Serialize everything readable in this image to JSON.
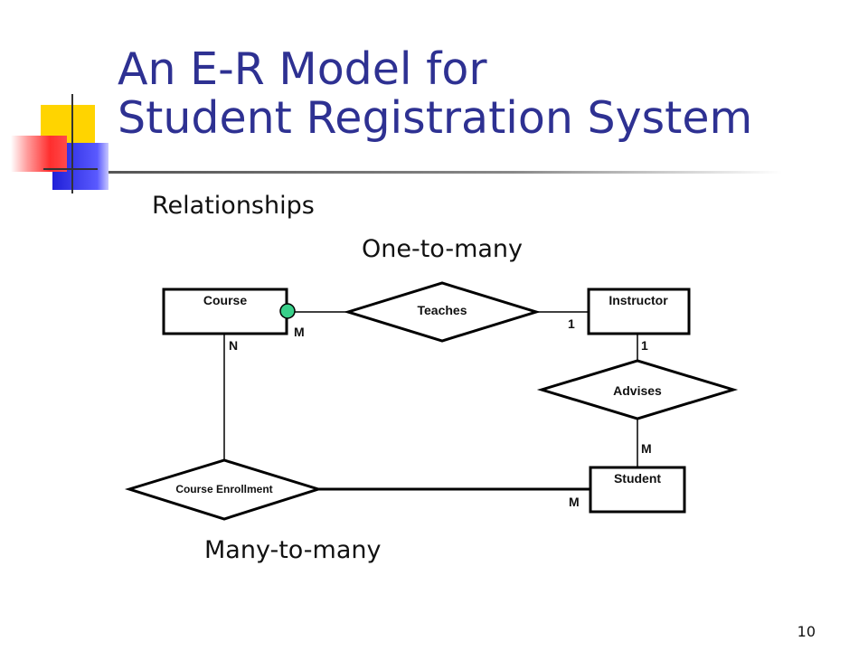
{
  "slide": {
    "title_line1": "An E-R Model for",
    "title_line2": "Student Registration System",
    "section_heading": "Relationships",
    "one_to_many_label": "One-to-many",
    "many_to_many_label": "Many-to-many",
    "page_number": "10"
  },
  "diagram": {
    "entities": {
      "course": "Course",
      "instructor": "Instructor",
      "student": "Student"
    },
    "relationships": {
      "teaches": "Teaches",
      "advises": "Advises",
      "course_enrollment": "Course Enrollment"
    },
    "cardinalities": {
      "teaches_course": "M",
      "teaches_instructor": "1",
      "advises_instructor": "1",
      "advises_student": "M",
      "enrollment_course": "N",
      "enrollment_student": "M"
    },
    "cursor_color": "#39d08a"
  },
  "colors": {
    "title": "#2e3192",
    "decor_yellow": "#ffd400",
    "decor_blue": "#2a2adf",
    "decor_red": "#ff3a3a"
  }
}
